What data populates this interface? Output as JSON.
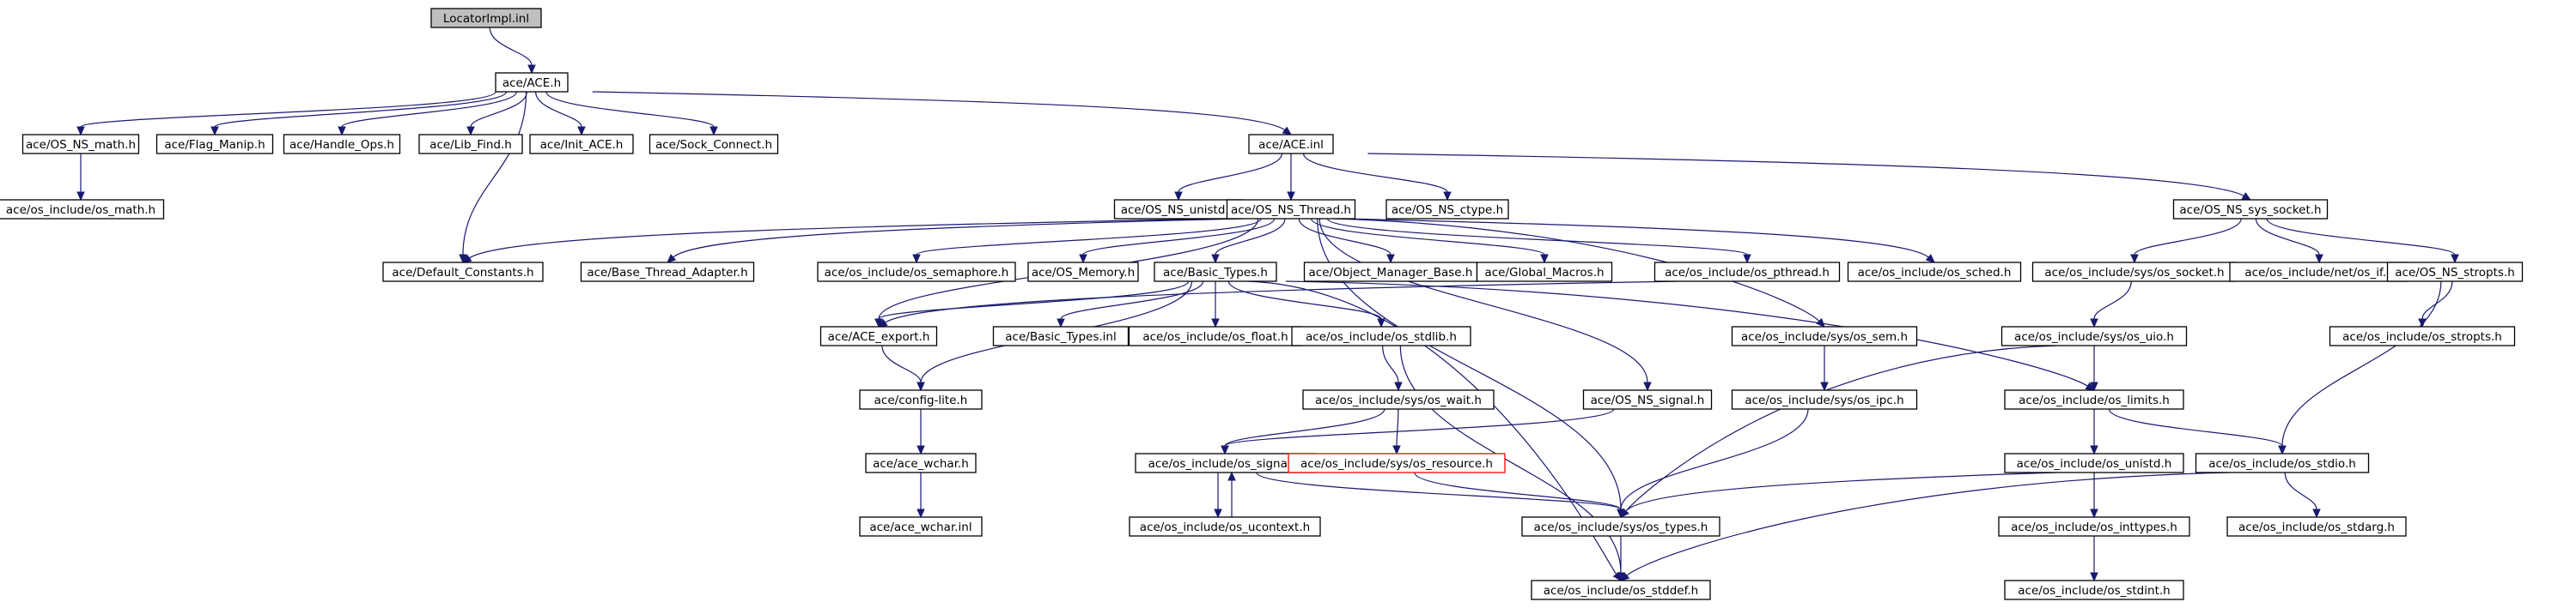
{
  "diagram": {
    "colors": {
      "edge": "#191970",
      "root_fill": "#bfbfbf",
      "node_fill": "#ffffff",
      "broken_border": "#ff0000"
    },
    "nodes": [
      {
        "id": "n0",
        "label": "LocatorImpl.inl",
        "style": "root"
      },
      {
        "id": "n1",
        "label": "ace/ACE.h"
      },
      {
        "id": "n2",
        "label": "ace/OS_NS_math.h"
      },
      {
        "id": "n3",
        "label": "ace/Flag_Manip.h"
      },
      {
        "id": "n4",
        "label": "ace/Handle_Ops.h"
      },
      {
        "id": "n5",
        "label": "ace/Lib_Find.h"
      },
      {
        "id": "n6",
        "label": "ace/Init_ACE.h"
      },
      {
        "id": "n7",
        "label": "ace/Sock_Connect.h"
      },
      {
        "id": "n8",
        "label": "ace/ACE.inl"
      },
      {
        "id": "n9",
        "label": "ace/os_include/os_math.h"
      },
      {
        "id": "n10",
        "label": "ace/OS_NS_unistd.h"
      },
      {
        "id": "n11",
        "label": "ace/OS_NS_Thread.h"
      },
      {
        "id": "n12",
        "label": "ace/OS_NS_ctype.h"
      },
      {
        "id": "n13",
        "label": "ace/OS_NS_sys_socket.h"
      },
      {
        "id": "n14",
        "label": "ace/Default_Constants.h"
      },
      {
        "id": "n15",
        "label": "ace/Base_Thread_Adapter.h"
      },
      {
        "id": "n16",
        "label": "ace/os_include/os_semaphore.h"
      },
      {
        "id": "n17",
        "label": "ace/OS_Memory.h"
      },
      {
        "id": "n18",
        "label": "ace/Basic_Types.h"
      },
      {
        "id": "n19",
        "label": "ace/Object_Manager_Base.h"
      },
      {
        "id": "n20",
        "label": "ace/Global_Macros.h"
      },
      {
        "id": "n21",
        "label": "ace/os_include/os_pthread.h"
      },
      {
        "id": "n22",
        "label": "ace/os_include/os_sched.h"
      },
      {
        "id": "n23",
        "label": "ace/os_include/sys/os_socket.h"
      },
      {
        "id": "n24",
        "label": "ace/os_include/net/os_if.h"
      },
      {
        "id": "n25",
        "label": "ace/OS_NS_stropts.h"
      },
      {
        "id": "n26",
        "label": "ace/ACE_export.h"
      },
      {
        "id": "n27",
        "label": "ace/Basic_Types.inl"
      },
      {
        "id": "n28",
        "label": "ace/os_include/os_float.h"
      },
      {
        "id": "n29",
        "label": "ace/os_include/os_stdlib.h"
      },
      {
        "id": "n30",
        "label": "ace/os_include/sys/os_sem.h"
      },
      {
        "id": "n31",
        "label": "ace/os_include/sys/os_uio.h"
      },
      {
        "id": "n32",
        "label": "ace/os_include/os_stropts.h"
      },
      {
        "id": "n33",
        "label": "ace/config-lite.h"
      },
      {
        "id": "n34",
        "label": "ace/os_include/sys/os_wait.h"
      },
      {
        "id": "n35",
        "label": "ace/OS_NS_signal.h"
      },
      {
        "id": "n36",
        "label": "ace/os_include/sys/os_ipc.h"
      },
      {
        "id": "n37",
        "label": "ace/os_include/os_limits.h"
      },
      {
        "id": "n38",
        "label": "ace/ace_wchar.h"
      },
      {
        "id": "n39",
        "label": "ace/os_include/os_signal.h"
      },
      {
        "id": "n40",
        "label": "ace/os_include/sys/os_resource.h",
        "style": "broken"
      },
      {
        "id": "n41",
        "label": "ace/os_include/os_unistd.h"
      },
      {
        "id": "n42",
        "label": "ace/os_include/os_stdio.h"
      },
      {
        "id": "n43",
        "label": "ace/ace_wchar.inl"
      },
      {
        "id": "n44",
        "label": "ace/os_include/os_ucontext.h"
      },
      {
        "id": "n45",
        "label": "ace/os_include/sys/os_types.h"
      },
      {
        "id": "n46",
        "label": "ace/os_include/os_inttypes.h"
      },
      {
        "id": "n47",
        "label": "ace/os_include/os_stdarg.h"
      },
      {
        "id": "n48",
        "label": "ace/os_include/os_stddef.h"
      },
      {
        "id": "n49",
        "label": "ace/os_include/os_stdint.h"
      }
    ],
    "edges": [
      [
        "n0",
        "n1"
      ],
      [
        "n1",
        "n2"
      ],
      [
        "n1",
        "n3"
      ],
      [
        "n1",
        "n4"
      ],
      [
        "n1",
        "n5"
      ],
      [
        "n1",
        "n6"
      ],
      [
        "n1",
        "n7"
      ],
      [
        "n1",
        "n8"
      ],
      [
        "n1",
        "n14"
      ],
      [
        "n2",
        "n9"
      ],
      [
        "n8",
        "n10"
      ],
      [
        "n8",
        "n11"
      ],
      [
        "n8",
        "n12"
      ],
      [
        "n8",
        "n13"
      ],
      [
        "n11",
        "n14"
      ],
      [
        "n11",
        "n15"
      ],
      [
        "n11",
        "n16"
      ],
      [
        "n11",
        "n17"
      ],
      [
        "n11",
        "n18"
      ],
      [
        "n11",
        "n19"
      ],
      [
        "n11",
        "n20"
      ],
      [
        "n11",
        "n21"
      ],
      [
        "n11",
        "n22"
      ],
      [
        "n11",
        "n26"
      ],
      [
        "n11",
        "n30"
      ],
      [
        "n11",
        "n35"
      ],
      [
        "n11",
        "n45"
      ],
      [
        "n18",
        "n26"
      ],
      [
        "n18",
        "n27"
      ],
      [
        "n18",
        "n28"
      ],
      [
        "n18",
        "n29"
      ],
      [
        "n18",
        "n33"
      ],
      [
        "n18",
        "n37"
      ],
      [
        "n18",
        "n48"
      ],
      [
        "n21",
        "n26"
      ],
      [
        "n13",
        "n23"
      ],
      [
        "n13",
        "n24"
      ],
      [
        "n13",
        "n25"
      ],
      [
        "n23",
        "n31"
      ],
      [
        "n25",
        "n32"
      ],
      [
        "n25",
        "n42"
      ],
      [
        "n26",
        "n33"
      ],
      [
        "n33",
        "n38"
      ],
      [
        "n38",
        "n43"
      ],
      [
        "n29",
        "n34"
      ],
      [
        "n29",
        "n48"
      ],
      [
        "n34",
        "n39"
      ],
      [
        "n34",
        "n40"
      ],
      [
        "n35",
        "n39"
      ],
      [
        "n30",
        "n36"
      ],
      [
        "n36",
        "n45"
      ],
      [
        "n31",
        "n37"
      ],
      [
        "n31",
        "n45"
      ],
      [
        "n37",
        "n41"
      ],
      [
        "n37",
        "n42"
      ],
      [
        "n39",
        "n44"
      ],
      [
        "n39",
        "n45"
      ],
      [
        "n44",
        "n39"
      ],
      [
        "n40",
        "n45"
      ],
      [
        "n41",
        "n45"
      ],
      [
        "n41",
        "n46"
      ],
      [
        "n42",
        "n47"
      ],
      [
        "n42",
        "n48"
      ],
      [
        "n45",
        "n48"
      ],
      [
        "n46",
        "n49"
      ]
    ]
  }
}
